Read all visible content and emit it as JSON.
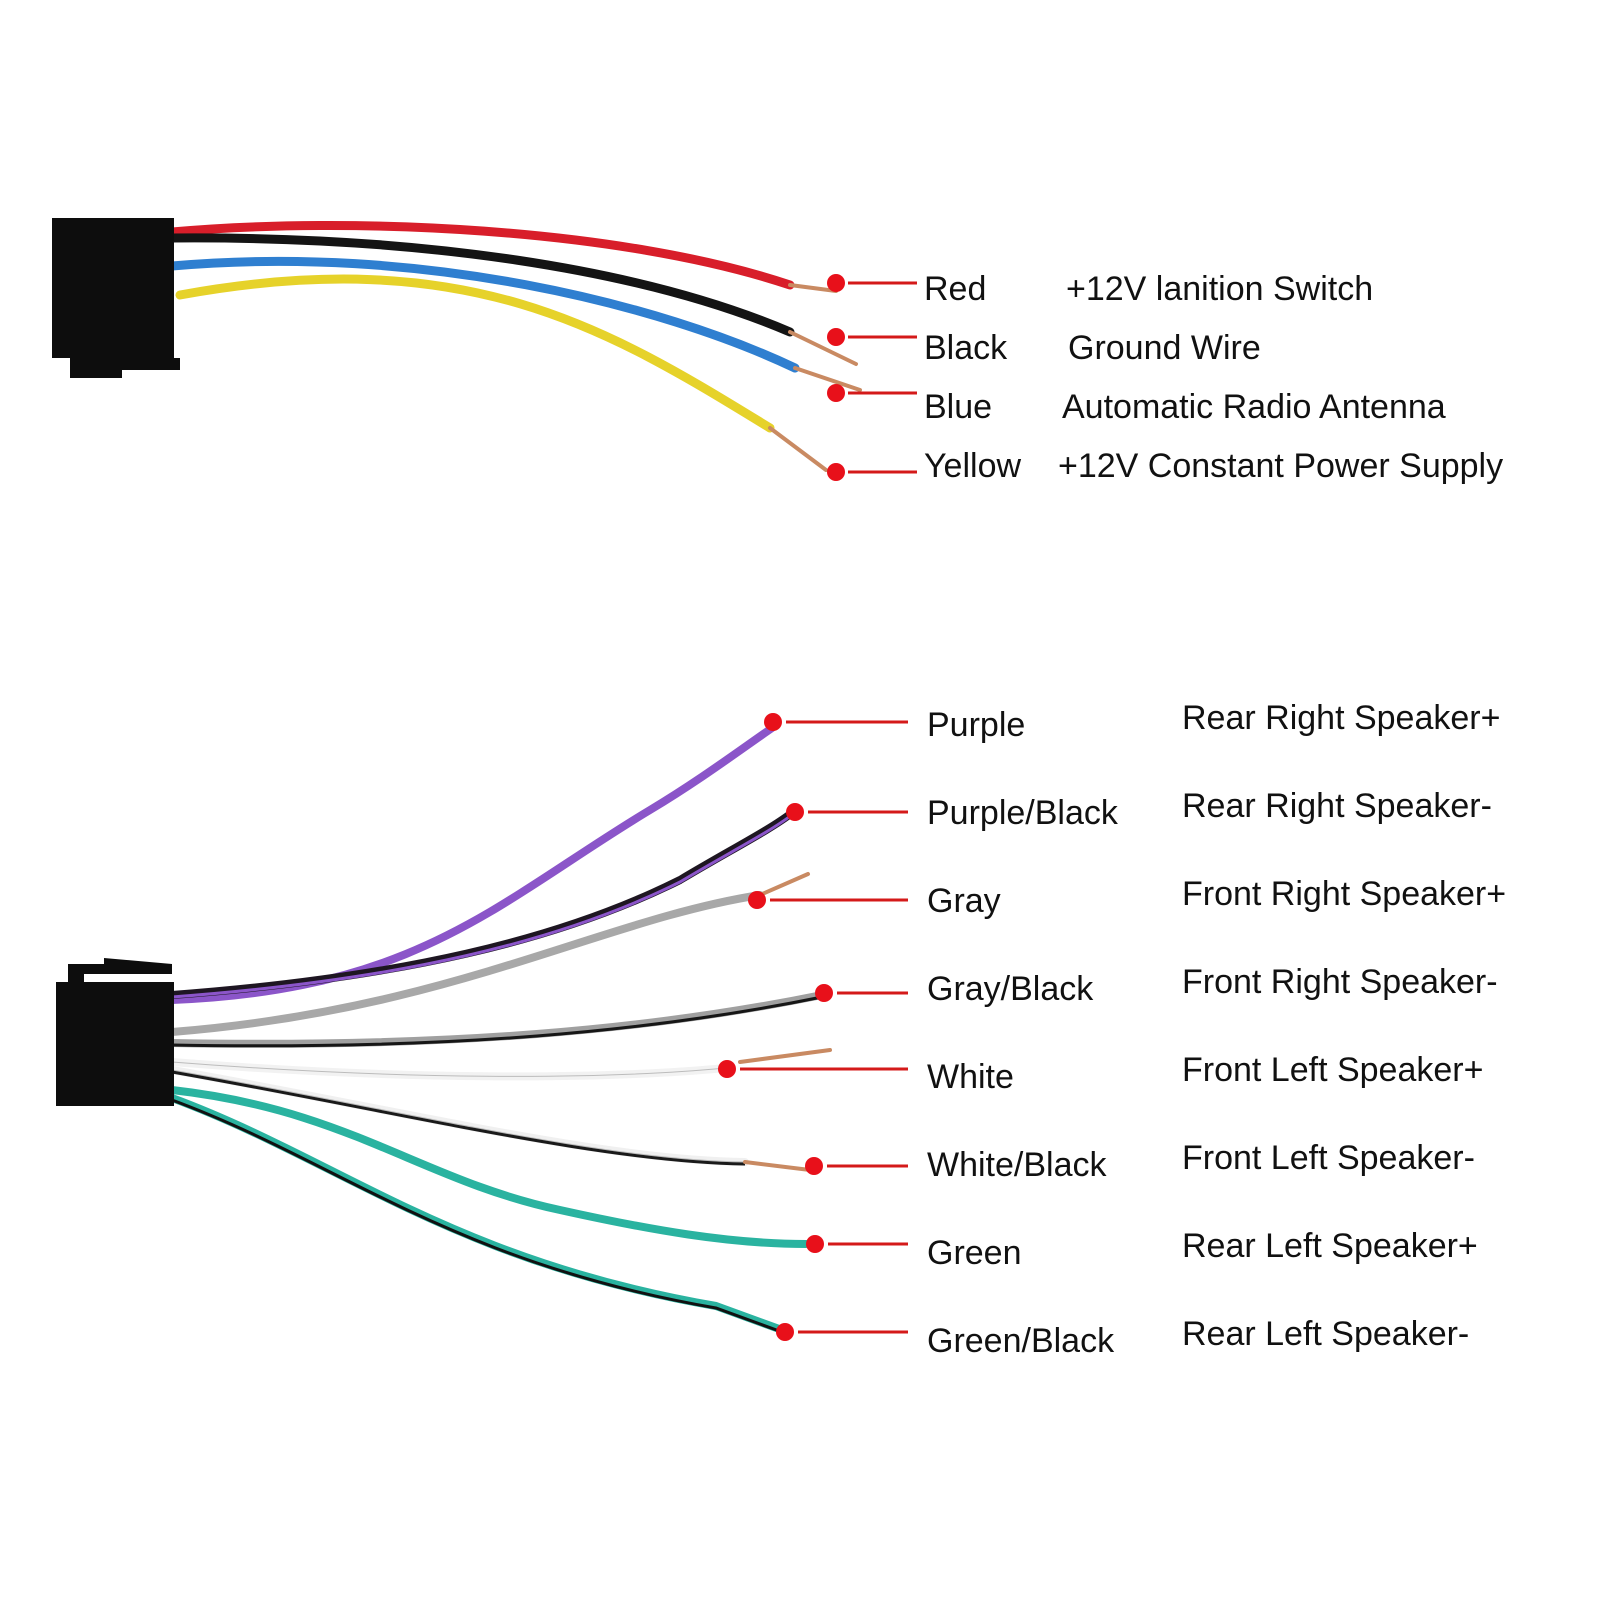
{
  "top_connector": {
    "wires": [
      {
        "color_name": "Red",
        "function": "+12V lanition Switch",
        "wire_color": "#d81e2a",
        "stripe_color": ""
      },
      {
        "color_name": "Black",
        "function": "Ground Wire",
        "wire_color": "#141414",
        "stripe_color": ""
      },
      {
        "color_name": "Blue",
        "function": "Automatic Radio Antenna",
        "wire_color": "#2f7fd0",
        "stripe_color": ""
      },
      {
        "color_name": "Yellow",
        "function": "+12V Constant Power Supply",
        "wire_color": "#e6d22a",
        "stripe_color": ""
      }
    ]
  },
  "bottom_connector": {
    "wires": [
      {
        "color_name": "Purple",
        "function": "Rear Right Speaker+",
        "wire_color": "#8b55c9",
        "stripe_color": ""
      },
      {
        "color_name": "Purple/Black",
        "function": "Rear Right Speaker-",
        "wire_color": "#1e1622",
        "stripe_color": "#8b55c9"
      },
      {
        "color_name": "Gray",
        "function": "Front Right Speaker+",
        "wire_color": "#a8a8a8",
        "stripe_color": ""
      },
      {
        "color_name": "Gray/Black",
        "function": "Front Right Speaker-",
        "wire_color": "#a0a0a0",
        "stripe_color": "#161616"
      },
      {
        "color_name": "White",
        "function": "Front Left Speaker+",
        "wire_color": "#f2f2f2",
        "stripe_color": ""
      },
      {
        "color_name": "White/Black",
        "function": "Front Left Speaker-",
        "wire_color": "#f0f0f0",
        "stripe_color": "#1a1a1a"
      },
      {
        "color_name": "Green",
        "function": "Rear Left Speaker+",
        "wire_color": "#2ab3a0",
        "stripe_color": ""
      },
      {
        "color_name": "Green/Black",
        "function": "Rear Left Speaker-",
        "wire_color": "#2ab3a0",
        "stripe_color": "#111111"
      }
    ]
  },
  "colors": {
    "connector": "#0d0d0d",
    "marker_dot": "#e8101a",
    "leader_line": "#d41a1a",
    "copper": "#c98a62",
    "background": "#ffffff"
  }
}
